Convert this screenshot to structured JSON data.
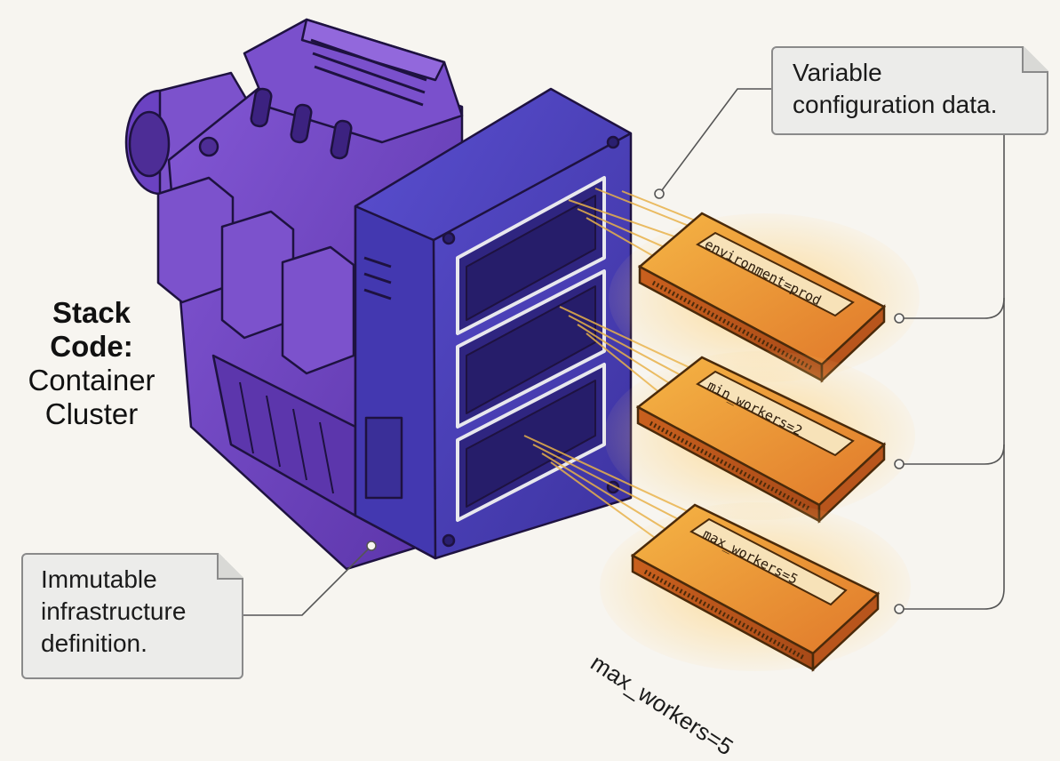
{
  "stack_label": {
    "bold": "Stack Code:",
    "normal": "Container Cluster"
  },
  "notes": {
    "top": "Variable configuration data.",
    "bottom": "Immutable infrastructure definition."
  },
  "chips": [
    {
      "text": "environment=prod"
    },
    {
      "text": "min_workers=2"
    },
    {
      "text": "max_workers=5"
    }
  ],
  "floating_label": "max_workers=5",
  "colors": {
    "machine": "#6a3fc4",
    "panel": "#4a3fb8",
    "chip": "#e8952c",
    "background": "#f7f5f0"
  }
}
